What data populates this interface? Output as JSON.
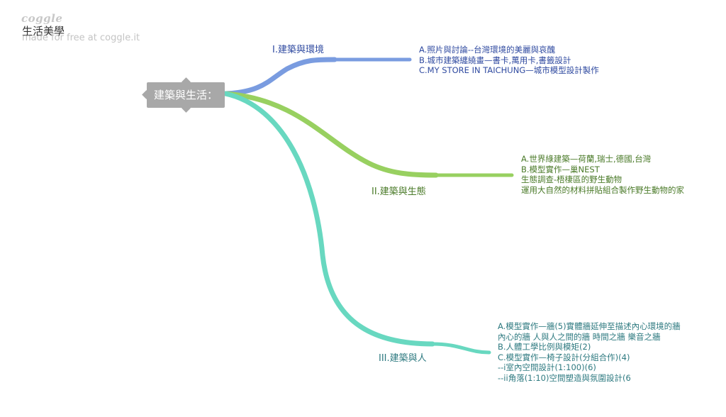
{
  "header": {
    "logo_text": "coggle",
    "title": "生活美學",
    "made_for": "made for free at coggle.it"
  },
  "central_node": {
    "label": "建築與生活："
  },
  "branches": [
    {
      "label": "I.建築與環境",
      "color": "#7a9ce0",
      "text_color": "#2f4aa0",
      "leaves": [
        "A.照片與討論--台灣環境的美麗與哀醜",
        "B.城市建築纏繞畫—書卡,萬用卡,書籤設計",
        "C.MY STORE IN TAICHUNG—城市模型設計製作"
      ]
    },
    {
      "label": "II.建築與生態",
      "color": "#98d060",
      "text_color": "#4a7a28",
      "leaves": [
        "A.世界綠建築—荷蘭,瑞士,德國,台灣",
        "B.模型實作—巢NEST",
        "生態調查-梧棲區的野生動物",
        "運用大自然的材料拼貼組合製作野生動物的家"
      ]
    },
    {
      "label": "III.建築與人",
      "color": "#68d8c0",
      "text_color": "#2e7a80",
      "leaves": [
        "A.模型實作—牆(5)實體牆延伸至描述內心環境的牆",
        "內心的牆 人與人之間的牆 時間之牆 樂音之牆",
        "B.人體工學比例與模矩(2)",
        "C.模型實作—椅子設計(分組合作)(4)",
        "--i室內空間設計(1:100)(6)",
        "--ii角落(1:10)空間塑造與氛圍設計(6"
      ]
    }
  ]
}
